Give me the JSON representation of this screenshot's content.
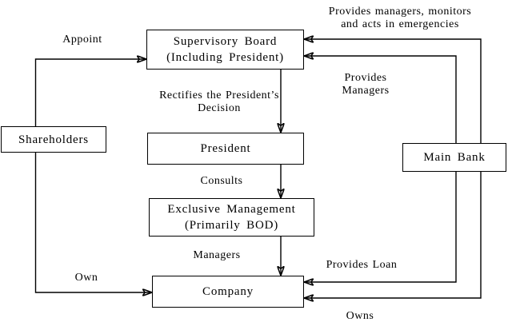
{
  "nodes": {
    "supervisory_board": {
      "line1": "Supervisory Board",
      "line2": "(Including President)"
    },
    "president": {
      "label": "President"
    },
    "exclusive_management": {
      "line1": "Exclusive Management",
      "line2": "(Primarily BOD)"
    },
    "company": {
      "label": "Company"
    },
    "shareholders": {
      "label": "Shareholders"
    },
    "main_bank": {
      "label": "Main Bank"
    }
  },
  "edge_labels": {
    "appoint": "Appoint",
    "provides_monitors": {
      "line1": "Provides managers, monitors",
      "line2": "and acts in emergencies"
    },
    "provides_managers": {
      "line1": "Provides",
      "line2": "Managers"
    },
    "rectifies": {
      "line1": "Rectifies the President’s",
      "line2": "Decision"
    },
    "consults": "Consults",
    "managers": "Managers",
    "own": "Own",
    "provides_loan": "Provides Loan",
    "owns": "Owns"
  },
  "colors": {
    "line": "#000000",
    "text": "#000000",
    "box_fill": "#ffffff",
    "box_border": "#000000",
    "background": "#ffffff"
  }
}
